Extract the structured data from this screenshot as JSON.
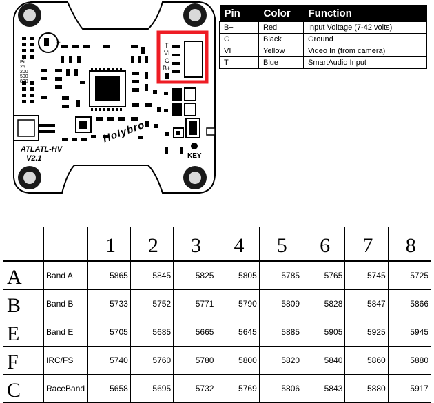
{
  "board": {
    "model": "ATLATL-HV",
    "version": "V2.1",
    "brand": "Holybro",
    "key_label": "KEY",
    "pin_labels": [
      "T",
      "VI",
      "G",
      "B+"
    ],
    "plus_sign": "+",
    "side_labels": [
      "Pit",
      "25",
      "200",
      "500",
      "800"
    ],
    "highlight_color": "#ee1c24"
  },
  "pin_table": {
    "headers": [
      "Pin",
      "Color",
      "Function"
    ],
    "rows": [
      {
        "pin": "B+",
        "color": "Red",
        "function": "Input Voltage (7-42 volts)"
      },
      {
        "pin": "G",
        "color": "Black",
        "function": "Ground"
      },
      {
        "pin": "VI",
        "color": "Yellow",
        "function": "Video In (from camera)"
      },
      {
        "pin": "T",
        "color": "Blue",
        "function": "SmartAudio Input"
      }
    ]
  },
  "freq_table": {
    "channels": [
      "1",
      "2",
      "3",
      "4",
      "5",
      "6",
      "7",
      "8"
    ],
    "rows": [
      {
        "letter": "A",
        "band": "Band A",
        "values": [
          "5865",
          "5845",
          "5825",
          "5805",
          "5785",
          "5765",
          "5745",
          "5725"
        ]
      },
      {
        "letter": "B",
        "band": "Band B",
        "values": [
          "5733",
          "5752",
          "5771",
          "5790",
          "5809",
          "5828",
          "5847",
          "5866"
        ]
      },
      {
        "letter": "E",
        "band": "Band E",
        "values": [
          "5705",
          "5685",
          "5665",
          "5645",
          "5885",
          "5905",
          "5925",
          "5945"
        ]
      },
      {
        "letter": "F",
        "band": "IRC/FS",
        "values": [
          "5740",
          "5760",
          "5780",
          "5800",
          "5820",
          "5840",
          "5860",
          "5880"
        ]
      },
      {
        "letter": "C",
        "band": "RaceBand",
        "values": [
          "5658",
          "5695",
          "5732",
          "5769",
          "5806",
          "5843",
          "5880",
          "5917"
        ]
      }
    ]
  }
}
